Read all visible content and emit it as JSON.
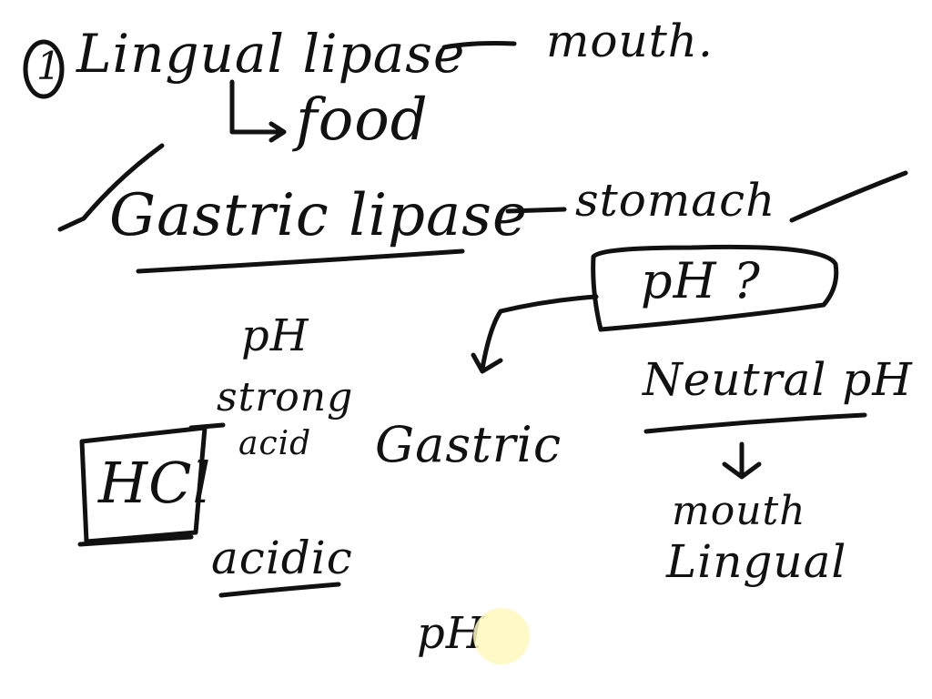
{
  "canvas": {
    "background": "#ffffff",
    "ink_color": "#111111",
    "highlight_color": "#fff8be"
  },
  "notes": {
    "item_number": "1",
    "lingual_lipase": "Lingual lipase",
    "mouth_top": "mouth.",
    "food": "food",
    "gastric_lipase": "Gastric lipase",
    "stomach": "stomach",
    "ph_question": "pH ?",
    "ph_left": "pH",
    "strong": "strong",
    "acid": "acid",
    "hcl": "HCl",
    "gastric": "Gastric",
    "neutral_ph": "Neutral pH",
    "mouth_bottom": "mouth",
    "lingual": "Lingual",
    "acidic": "acidic",
    "ph_bottom": "pH"
  },
  "icons": {
    "checkmark": "check-icon",
    "cursor": "cursor-highlight"
  }
}
